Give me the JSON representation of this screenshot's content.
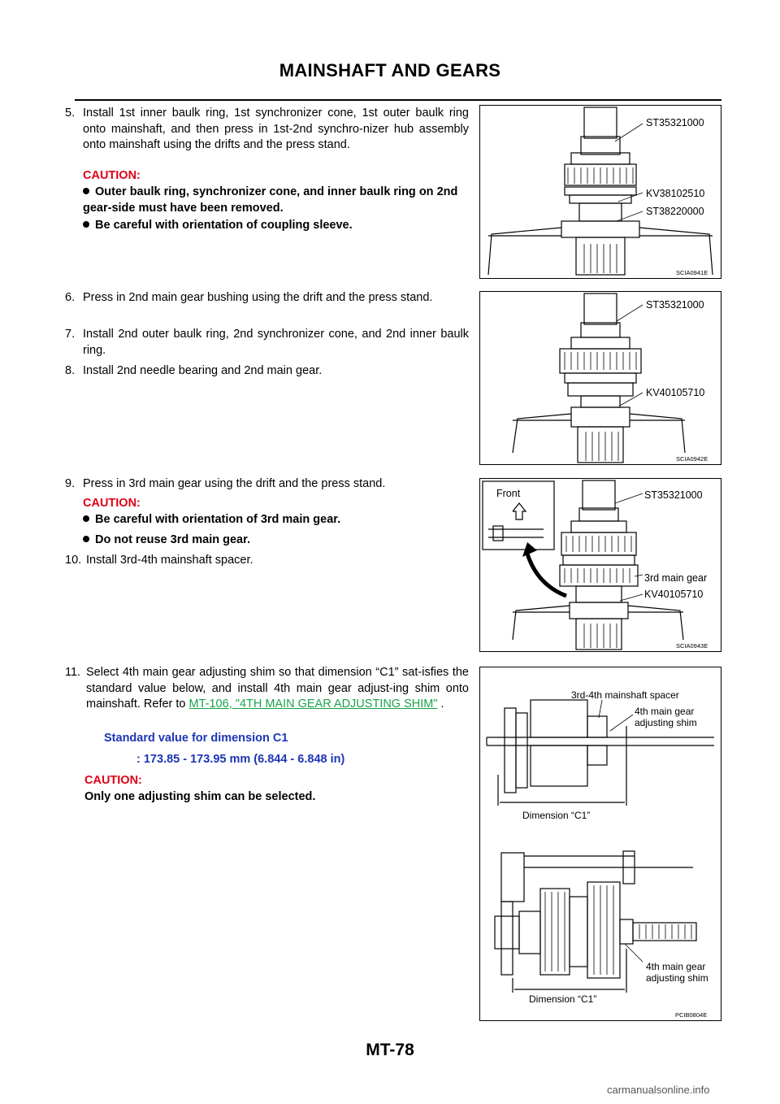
{
  "page": {
    "title": "MAINSHAFT AND GEARS",
    "page_number": "MT-78",
    "watermark": "carmanualsonline.info"
  },
  "steps": {
    "s5": {
      "num": "5.",
      "text": "Install 1st inner baulk ring, 1st synchronizer cone, 1st outer baulk ring onto mainshaft, and then press in 1st-2nd synchro-nizer hub assembly onto mainshaft using the drifts and the press stand."
    },
    "s5_caution": "CAUTION:",
    "s5_bullets": [
      "Outer baulk ring, synchronizer cone, and inner baulk ring on 2nd gear-side must have been removed.",
      "Be careful with orientation of coupling sleeve."
    ],
    "s6": {
      "num": "6.",
      "text": "Press in  2nd main gear bushing using the drift and the press stand."
    },
    "s7": {
      "num": "7.",
      "text": "Install 2nd outer baulk ring, 2nd synchronizer cone, and 2nd inner baulk ring."
    },
    "s8": {
      "num": "8.",
      "text": "Install 2nd needle bearing and 2nd main gear."
    },
    "s9": {
      "num": "9.",
      "text": "Press in 3rd main gear using the drift and the press stand."
    },
    "s9_caution": "CAUTION:",
    "s9_bullets": [
      "Be careful with orientation of 3rd main gear.",
      "Do not reuse 3rd main gear."
    ],
    "s10": {
      "num": "10.",
      "text": "Install 3rd-4th mainshaft spacer."
    },
    "s11": {
      "num": "11.",
      "text_before": "Select 4th main gear adjusting shim so that dimension “C1” sat-isfies the standard value below, and install 4th main gear adjust-ing shim onto mainshaft. Refer to ",
      "link": "MT-106, \"4TH MAIN GEAR ADJUSTING SHIM\"",
      "text_after": " ."
    },
    "s11_std_label": "Standard value for dimension C1",
    "s11_std_value": ": 173.85 - 173.95 mm (6.844 - 6.848 in)",
    "s11_caution": "CAUTION:",
    "s11_caution_text": "Only one adjusting shim can be selected."
  },
  "figures": {
    "f1": {
      "labels": [
        "ST35321000",
        "KV38102510",
        "ST38220000"
      ],
      "id": "SCIA0941E"
    },
    "f2": {
      "labels": [
        "ST35321000",
        "KV40105710"
      ],
      "id": "SCIA0942E"
    },
    "f3": {
      "inset": "Front",
      "labels": [
        "ST35321000",
        "3rd main gear",
        "KV40105710"
      ],
      "id": "SCIA0943E"
    },
    "f4": {
      "labels": [
        "3rd-4th mainshaft spacer",
        "4th main gear",
        "adjusting shim",
        "Dimension “C1”",
        "4th main gear",
        "adjusting shim",
        "Dimension “C1”"
      ],
      "id": "PCIB0804E"
    }
  }
}
